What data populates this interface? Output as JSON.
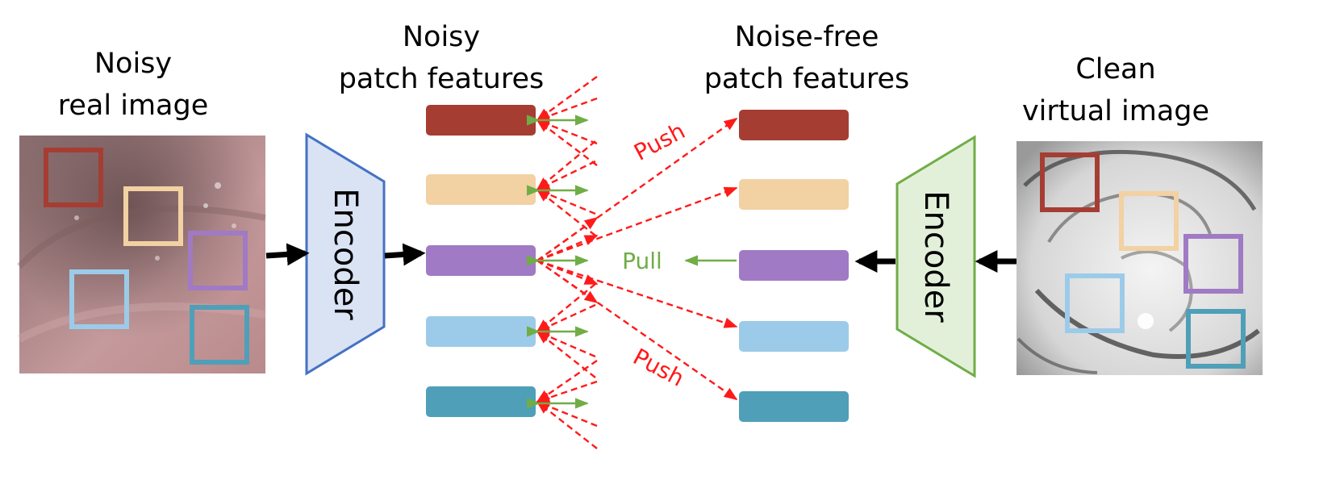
{
  "left_panel": {
    "title_line1": "Noisy",
    "title_line2": "real image",
    "encoder_label": "Encoder",
    "encoder_color": "#4472c4",
    "encoder_fill": "#dae3f3"
  },
  "noisy_features": {
    "title_line1": "Noisy",
    "title_line2": "patch features"
  },
  "clean_features": {
    "title_line1": "Noise-free",
    "title_line2": "patch features"
  },
  "right_panel": {
    "title_line1": "Clean",
    "title_line2": "virtual image",
    "encoder_label": "Encoder",
    "encoder_color": "#70ad47",
    "encoder_fill": "#e2f0d9"
  },
  "patch_colors": [
    "#a63d33",
    "#f2d1a3",
    "#a07ac4",
    "#9ccbe9",
    "#4f9fb8"
  ],
  "annotations": {
    "push_top": "Push",
    "push_bottom": "Push",
    "pull": "Pull",
    "push_color": "#ff1a1a",
    "pull_color": "#70ad47"
  }
}
